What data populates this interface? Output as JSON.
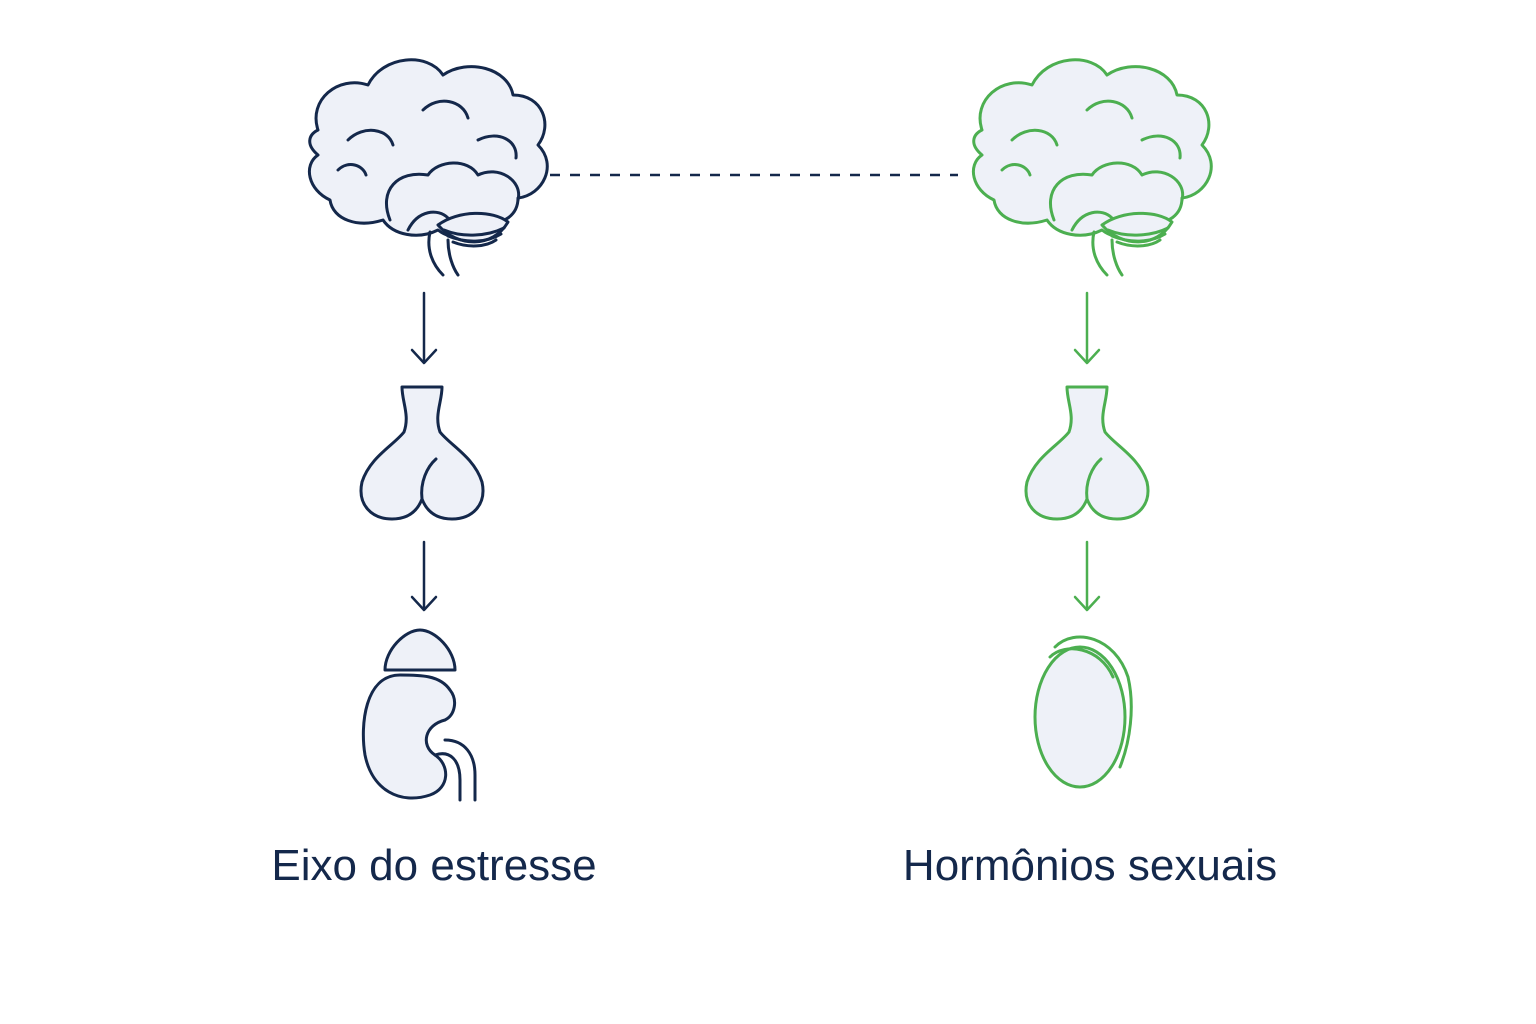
{
  "colors": {
    "navy": "#14284b",
    "green": "#4caf50",
    "fill": "#eef1f8",
    "background": "#ffffff"
  },
  "left_axis": {
    "label": "Eixo do estresse",
    "nodes": [
      "brain-icon",
      "pituitary-icon",
      "adrenal-kidney-icon"
    ]
  },
  "right_axis": {
    "label": "Hormônios sexuais",
    "nodes": [
      "brain-icon",
      "pituitary-icon",
      "gonad-icon"
    ]
  },
  "connector": "dashed-line"
}
